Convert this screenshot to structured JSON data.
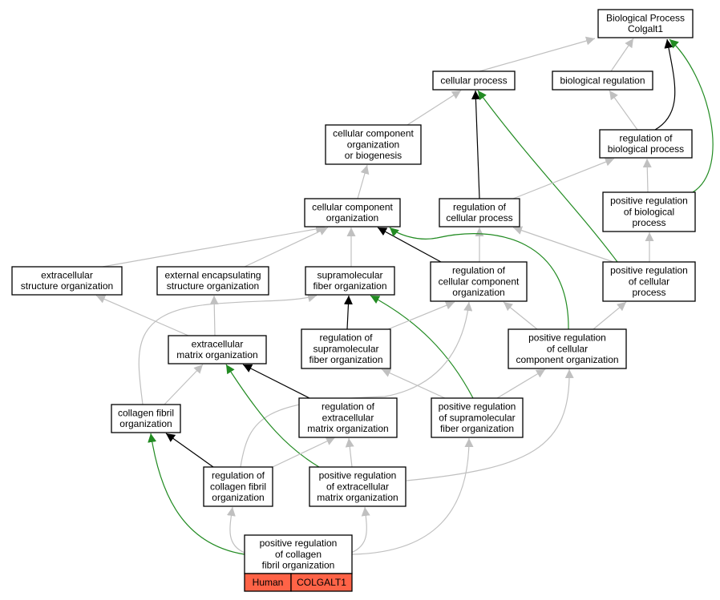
{
  "colors": {
    "gray_edge": "#c0c0c0",
    "black_edge": "#000000",
    "green_edge": "#228b22",
    "annotation_fill": "#ff6347"
  },
  "nodes": [
    {
      "id": "bp",
      "lines": [
        "Biological Process",
        "Colgalt1"
      ]
    },
    {
      "id": "cp",
      "lines": [
        "cellular process"
      ]
    },
    {
      "id": "breg",
      "lines": [
        "biological regulation"
      ]
    },
    {
      "id": "rbp",
      "lines": [
        "regulation of",
        "biological process"
      ]
    },
    {
      "id": "ccob",
      "lines": [
        "cellular component",
        "organization",
        "or biogenesis"
      ]
    },
    {
      "id": "ccorg",
      "lines": [
        "cellular component",
        "organization"
      ]
    },
    {
      "id": "rcp",
      "lines": [
        "regulation of",
        "cellular process"
      ]
    },
    {
      "id": "prbp",
      "lines": [
        "positive regulation",
        "of biological",
        "process"
      ]
    },
    {
      "id": "eso",
      "lines": [
        "extracellular",
        "structure organization"
      ]
    },
    {
      "id": "eeso",
      "lines": [
        "external encapsulating",
        "structure organization"
      ]
    },
    {
      "id": "sfo",
      "lines": [
        "supramolecular",
        "fiber organization"
      ]
    },
    {
      "id": "rcco",
      "lines": [
        "regulation of",
        "cellular component",
        "organization"
      ]
    },
    {
      "id": "prcp",
      "lines": [
        "positive regulation",
        "of cellular",
        "process"
      ]
    },
    {
      "id": "emo",
      "lines": [
        "extracellular",
        "matrix organization"
      ]
    },
    {
      "id": "rsfo",
      "lines": [
        "regulation of",
        "supramolecular",
        "fiber organization"
      ]
    },
    {
      "id": "prcco",
      "lines": [
        "positive regulation",
        "of cellular",
        "component organization"
      ]
    },
    {
      "id": "cfo",
      "lines": [
        "collagen fibril",
        "organization"
      ]
    },
    {
      "id": "remo",
      "lines": [
        "regulation of",
        "extracellular",
        "matrix organization"
      ]
    },
    {
      "id": "prsfo",
      "lines": [
        "positive regulation",
        "of supramolecular",
        "fiber organization"
      ]
    },
    {
      "id": "rcfo",
      "lines": [
        "regulation of",
        "collagen fibril",
        "organization"
      ]
    },
    {
      "id": "premo",
      "lines": [
        "positive regulation",
        "of extracellular",
        "matrix organization"
      ]
    },
    {
      "id": "prcfo",
      "lines": [
        "positive regulation",
        "of collagen",
        "fibril organization"
      ]
    }
  ],
  "annotation": {
    "species": "Human",
    "gene": "COLGALT1"
  },
  "edges": [
    {
      "kind": "gray",
      "from": "cp",
      "to": "bp"
    },
    {
      "kind": "gray",
      "from": "breg",
      "to": "bp"
    },
    {
      "kind": "black",
      "from": "rbp",
      "to": "bp"
    },
    {
      "kind": "green",
      "from": "prbp",
      "to": "bp"
    },
    {
      "kind": "gray",
      "from": "rbp",
      "to": "breg"
    },
    {
      "kind": "gray",
      "from": "ccob",
      "to": "cp"
    },
    {
      "kind": "black",
      "from": "rcp",
      "to": "cp"
    },
    {
      "kind": "green",
      "from": "prcp",
      "to": "cp"
    },
    {
      "kind": "gray",
      "from": "rcp",
      "to": "rbp"
    },
    {
      "kind": "gray",
      "from": "prbp",
      "to": "rbp"
    },
    {
      "kind": "gray",
      "from": "ccorg",
      "to": "ccob"
    },
    {
      "kind": "gray",
      "from": "rcco",
      "to": "rcp"
    },
    {
      "kind": "gray",
      "from": "prcp",
      "to": "rcp"
    },
    {
      "kind": "gray",
      "from": "prcp",
      "to": "prbp"
    },
    {
      "kind": "gray",
      "from": "eso",
      "to": "ccorg"
    },
    {
      "kind": "gray",
      "from": "eeso",
      "to": "ccorg"
    },
    {
      "kind": "gray",
      "from": "sfo",
      "to": "ccorg"
    },
    {
      "kind": "black",
      "from": "rcco",
      "to": "ccorg"
    },
    {
      "kind": "green",
      "from": "prcco",
      "to": "ccorg"
    },
    {
      "kind": "gray",
      "from": "emo",
      "to": "eso"
    },
    {
      "kind": "gray",
      "from": "emo",
      "to": "eeso"
    },
    {
      "kind": "black",
      "from": "rsfo",
      "to": "sfo"
    },
    {
      "kind": "gray",
      "from": "cfo",
      "to": "sfo"
    },
    {
      "kind": "green",
      "from": "prsfo",
      "to": "sfo"
    },
    {
      "kind": "gray",
      "from": "rsfo",
      "to": "rcco"
    },
    {
      "kind": "gray",
      "from": "prcco",
      "to": "rcco"
    },
    {
      "kind": "gray",
      "from": "prcco",
      "to": "prcp"
    },
    {
      "kind": "gray",
      "from": "rcfo",
      "to": "rcco"
    },
    {
      "kind": "gray",
      "from": "cfo",
      "to": "emo"
    },
    {
      "kind": "black",
      "from": "remo",
      "to": "emo"
    },
    {
      "kind": "green",
      "from": "premo",
      "to": "emo"
    },
    {
      "kind": "gray",
      "from": "prsfo",
      "to": "rsfo"
    },
    {
      "kind": "gray",
      "from": "prsfo",
      "to": "prcco"
    },
    {
      "kind": "gray",
      "from": "premo",
      "to": "prcco"
    },
    {
      "kind": "black",
      "from": "rcfo",
      "to": "cfo"
    },
    {
      "kind": "green",
      "from": "prcfo",
      "to": "cfo"
    },
    {
      "kind": "gray",
      "from": "rcfo",
      "to": "remo"
    },
    {
      "kind": "gray",
      "from": "premo",
      "to": "remo"
    },
    {
      "kind": "gray",
      "from": "prcfo",
      "to": "rcfo"
    },
    {
      "kind": "gray",
      "from": "prcfo",
      "to": "premo"
    },
    {
      "kind": "gray",
      "from": "prcfo",
      "to": "prsfo"
    }
  ]
}
